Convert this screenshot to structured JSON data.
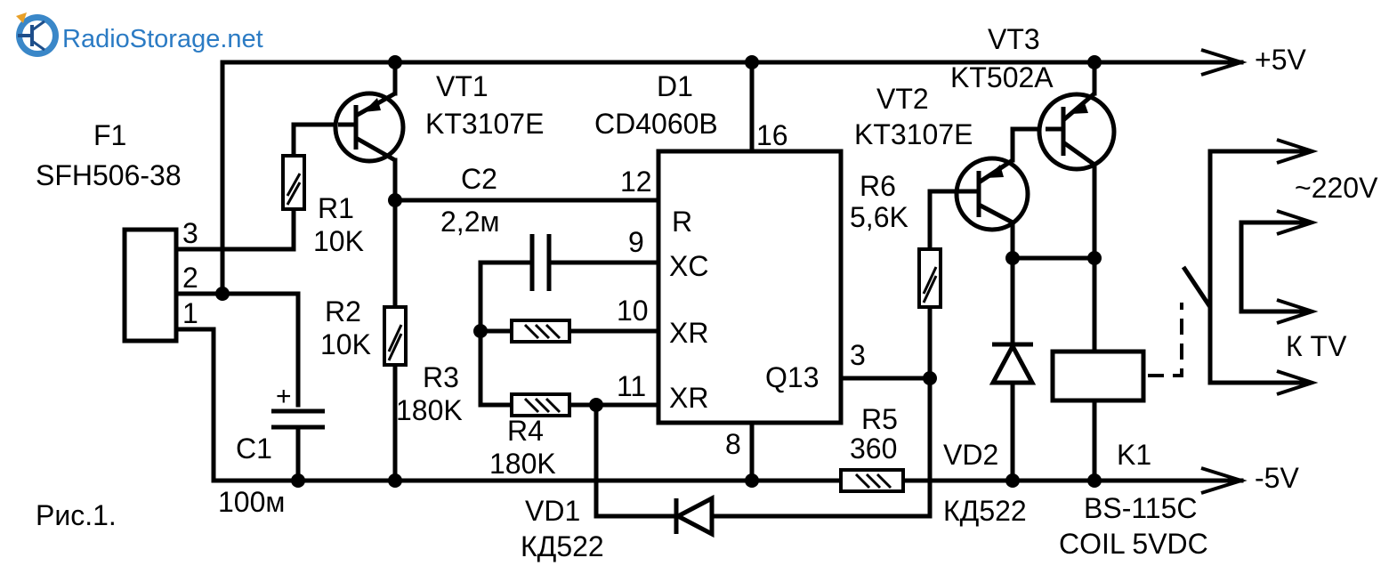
{
  "logo": {
    "text": "RadioStorage.net",
    "colors": {
      "radio": "#2b7bc4",
      "storage": "#2b7bc4",
      "net": "#7aa23c"
    }
  },
  "figure_caption": "Рис.1.",
  "power": {
    "positive": "+5V",
    "negative": "-5V"
  },
  "mains": {
    "label": "~220V",
    "output": "К TV"
  },
  "components": {
    "f1": {
      "ref": "F1",
      "part": "SFH506-38",
      "pins": [
        "3",
        "2",
        "1"
      ]
    },
    "vt1": {
      "ref": "VT1",
      "part": "KT3107E"
    },
    "vt2": {
      "ref": "VT2",
      "part": "KT3107E"
    },
    "vt3": {
      "ref": "VT3",
      "part": "KT502A"
    },
    "d1": {
      "ref": "D1",
      "part": "CD4060B",
      "pin16": "16",
      "pin8": "8",
      "pins": [
        {
          "num": "12",
          "name": "R"
        },
        {
          "num": "9",
          "name": "XC"
        },
        {
          "num": "10",
          "name": "XR"
        },
        {
          "num": "11",
          "name": "XR"
        },
        {
          "num": "3",
          "name": "Q13"
        }
      ]
    },
    "r1": {
      "ref": "R1",
      "value": "10K"
    },
    "r2": {
      "ref": "R2",
      "value": "10K"
    },
    "r3": {
      "ref": "R3",
      "value": "180K"
    },
    "r4": {
      "ref": "R4",
      "value": "180K"
    },
    "r5": {
      "ref": "R5",
      "value": "360"
    },
    "r6": {
      "ref": "R6",
      "value": "5,6K"
    },
    "c1": {
      "ref": "C1",
      "value": "100м",
      "polarity": "+"
    },
    "c2": {
      "ref": "C2",
      "value": "2,2м"
    },
    "vd1": {
      "ref": "VD1",
      "part": "КД522"
    },
    "vd2": {
      "ref": "VD2",
      "part": "КД522"
    },
    "k1": {
      "ref": "K1",
      "part": "BS-115C",
      "coil": "COIL 5VDC"
    }
  }
}
